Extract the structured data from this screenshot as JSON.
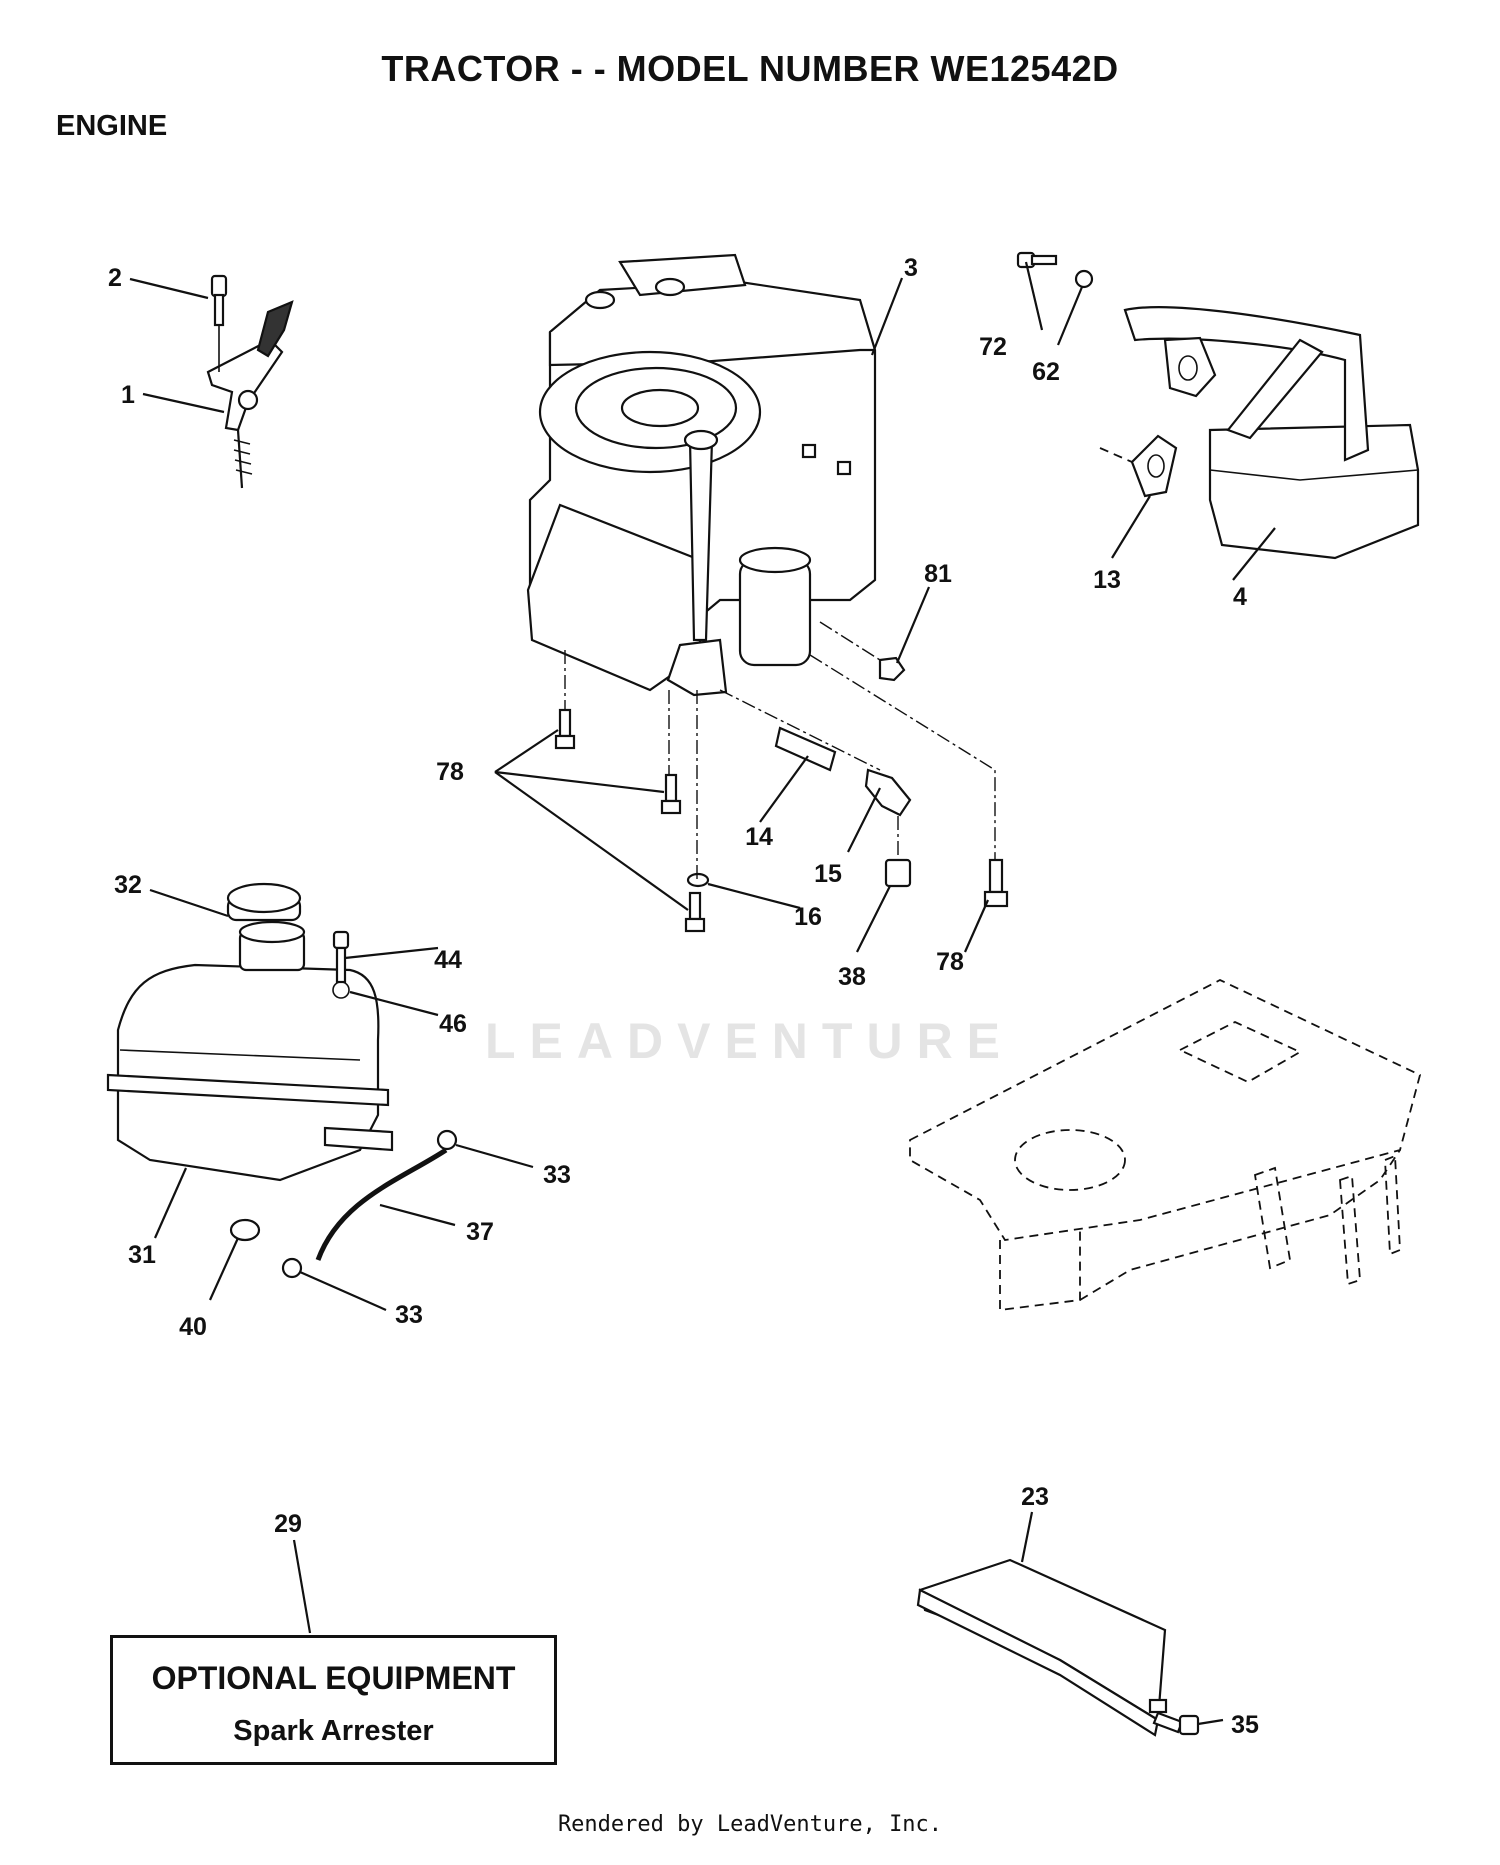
{
  "header": {
    "title": "TRACTOR - - MODEL NUMBER WE12542D",
    "section": "ENGINE"
  },
  "watermark": "LEADVENTURE",
  "callouts": [
    "1",
    "2",
    "3",
    "4",
    "13",
    "14",
    "15",
    "16",
    "23",
    "29",
    "31",
    "32",
    "33",
    "35",
    "37",
    "38",
    "40",
    "44",
    "46",
    "62",
    "72",
    "78",
    "81"
  ],
  "optional_box": {
    "heading": "OPTIONAL EQUIPMENT",
    "item": "Spark Arrester"
  },
  "footer": "Rendered by LeadVenture, Inc."
}
